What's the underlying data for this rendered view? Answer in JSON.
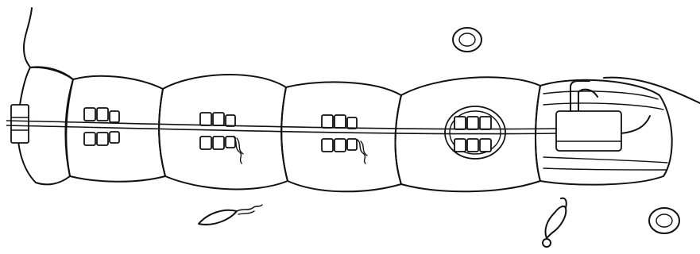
{
  "figure": {
    "subject": "orthodontic-fixed-appliance",
    "elements": [
      "gingiva-line",
      "tooth-1",
      "tooth-2",
      "tooth-3",
      "tooth-4",
      "tooth-5",
      "tooth-6",
      "bracket-1",
      "bracket-2",
      "bracket-3",
      "bracket-4",
      "bracket-5",
      "molar-band-tube",
      "archwire",
      "ligature-ties",
      "loose-elastic-ring-top",
      "loose-elastic-ring-bottom",
      "loose-ligature-tie",
      "loose-hook"
    ],
    "colors": {
      "line": "#111111",
      "background": "#ffffff"
    }
  }
}
